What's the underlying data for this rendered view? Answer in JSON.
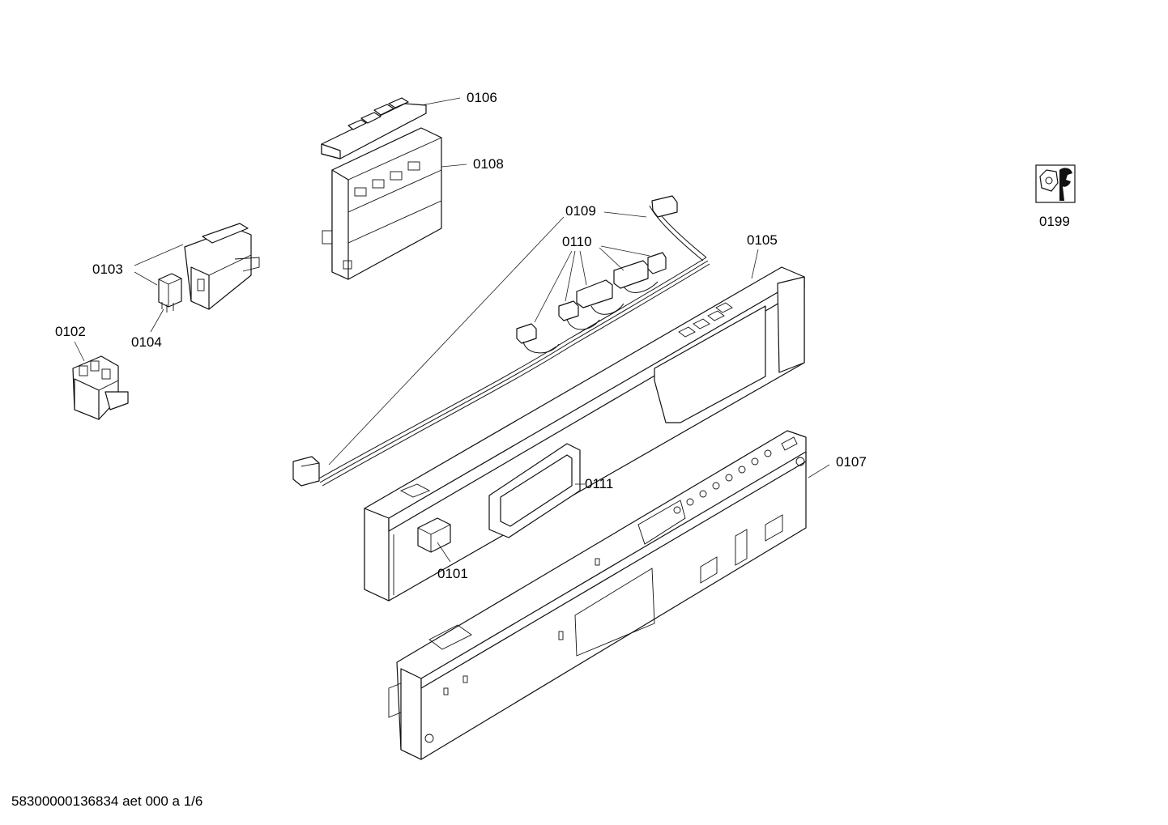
{
  "callouts": {
    "p0101": "0101",
    "p0102": "0102",
    "p0103": "0103",
    "p0104": "0104",
    "p0105": "0105",
    "p0106": "0106",
    "p0107": "0107",
    "p0108": "0108",
    "p0109": "0109",
    "p0110": "0110",
    "p0111": "0111",
    "p0199": "0199"
  },
  "footer": {
    "drawing_id": "58300000136834 aet 000 a 1/6"
  },
  "icons": {
    "service_icon": "wrench-nut-icon"
  }
}
